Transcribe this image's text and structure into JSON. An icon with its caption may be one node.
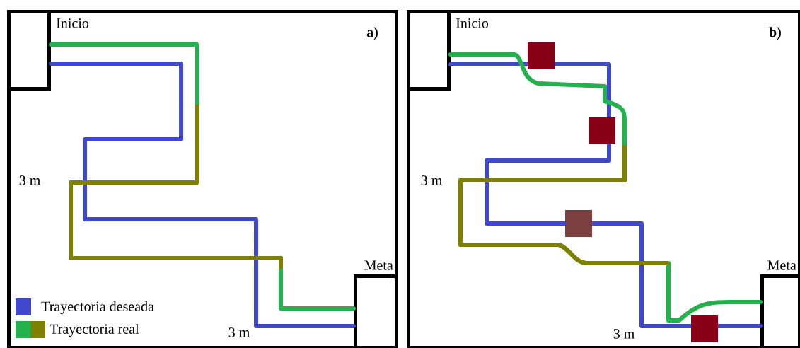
{
  "diagram": {
    "nodes": [
      {
        "text": [
          "a)"
        ]
      },
      {
        "text": [
          "Inicio"
        ],
        "in": 0
      },
      {
        "text": [
          "Meta"
        ],
        "in": 0
      },
      {
        "text": [
          "b)"
        ]
      },
      {
        "text": [
          "Inicio"
        ],
        "in": 3
      },
      {
        "text": [
          "Meta"
        ],
        "in": 3
      }
    ],
    "edges": [
      {
        "from": 1,
        "to": 2,
        "arrow": "none",
        "color": "#3f48cc"
      },
      {
        "from": 1,
        "to": 2,
        "arrow": "none",
        "color": "#22b14c"
      },
      {
        "from": 4,
        "to": 5,
        "arrow": "none",
        "color": "#3f48cc"
      },
      {
        "from": 4,
        "to": 5,
        "arrow": "none",
        "color": "#22b14c"
      }
    ],
    "labels": [
      "3 m",
      "3 m",
      "3 m",
      "3 m"
    ],
    "legend": [
      {
        "text": "Trayectoria deseada",
        "color": "#3f48cc"
      },
      {
        "text": "Trayectoria real",
        "color": "#22b14c"
      }
    ]
  }
}
